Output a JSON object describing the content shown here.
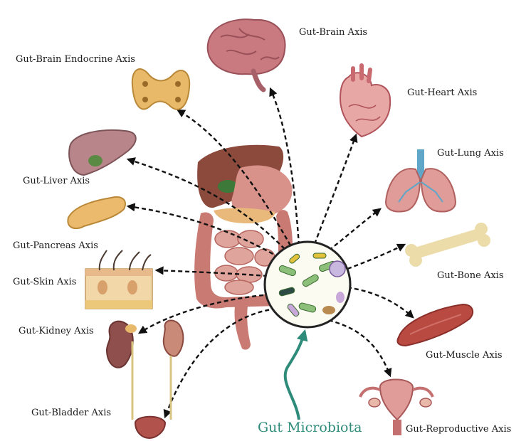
{
  "center": {
    "label": "Gut Microbiota",
    "color": "#2e8b7a"
  },
  "colors": {
    "arrow": "#111111",
    "label": "#1a1a1a"
  },
  "axes": [
    {
      "id": "brain",
      "label": "Gut-Brain Axis"
    },
    {
      "id": "brain-endocrine",
      "label": "Gut-Brain Endocrine Axis"
    },
    {
      "id": "heart",
      "label": "Gut-Heart Axis"
    },
    {
      "id": "liver",
      "label": "Gut-Liver Axis"
    },
    {
      "id": "lung",
      "label": "Gut-Lung Axis"
    },
    {
      "id": "pancreas",
      "label": "Gut-Pancreas Axis"
    },
    {
      "id": "bone",
      "label": "Gut-Bone Axis"
    },
    {
      "id": "skin",
      "label": "Gut-Skin Axis"
    },
    {
      "id": "kidney",
      "label": "Gut-Kidney Axis"
    },
    {
      "id": "muscle",
      "label": "Gut-Muscle Axis"
    },
    {
      "id": "bladder",
      "label": "Gut-Bladder Axis"
    },
    {
      "id": "reproductive",
      "label": "Gut-Reproductive Axis"
    }
  ]
}
